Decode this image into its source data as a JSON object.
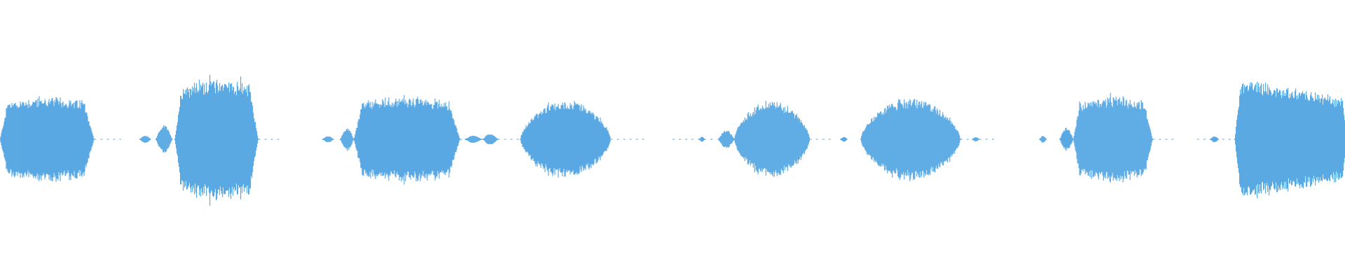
{
  "waveform": {
    "color": "#5aa9e3",
    "background": "#ffffff",
    "amplitude_scale": 1.0,
    "segments": [
      {
        "t_start": 0.0,
        "t_end": 0.07,
        "amp": 0.66,
        "shape": "burst"
      },
      {
        "t_start": 0.104,
        "t_end": 0.112,
        "amp": 0.06,
        "shape": "blip"
      },
      {
        "t_start": 0.116,
        "t_end": 0.128,
        "amp": 0.22,
        "shape": "blip"
      },
      {
        "t_start": 0.13,
        "t_end": 0.192,
        "amp": 0.95,
        "shape": "burst"
      },
      {
        "t_start": 0.24,
        "t_end": 0.248,
        "amp": 0.05,
        "shape": "blip"
      },
      {
        "t_start": 0.253,
        "t_end": 0.263,
        "amp": 0.17,
        "shape": "blip"
      },
      {
        "t_start": 0.263,
        "t_end": 0.342,
        "amp": 0.66,
        "shape": "burst"
      },
      {
        "t_start": 0.346,
        "t_end": 0.358,
        "amp": 0.06,
        "shape": "blip"
      },
      {
        "t_start": 0.359,
        "t_end": 0.37,
        "amp": 0.09,
        "shape": "blip"
      },
      {
        "t_start": 0.387,
        "t_end": 0.454,
        "amp": 0.6,
        "shape": "bell"
      },
      {
        "t_start": 0.52,
        "t_end": 0.524,
        "amp": 0.04,
        "shape": "blip"
      },
      {
        "t_start": 0.534,
        "t_end": 0.546,
        "amp": 0.14,
        "shape": "blip"
      },
      {
        "t_start": 0.546,
        "t_end": 0.602,
        "amp": 0.6,
        "shape": "bell"
      },
      {
        "t_start": 0.625,
        "t_end": 0.63,
        "amp": 0.04,
        "shape": "blip"
      },
      {
        "t_start": 0.64,
        "t_end": 0.714,
        "amp": 0.64,
        "shape": "bell"
      },
      {
        "t_start": 0.723,
        "t_end": 0.728,
        "amp": 0.04,
        "shape": "blip"
      },
      {
        "t_start": 0.773,
        "t_end": 0.778,
        "amp": 0.06,
        "shape": "blip"
      },
      {
        "t_start": 0.788,
        "t_end": 0.798,
        "amp": 0.18,
        "shape": "blip"
      },
      {
        "t_start": 0.798,
        "t_end": 0.857,
        "amp": 0.66,
        "shape": "burst"
      },
      {
        "t_start": 0.9,
        "t_end": 0.906,
        "amp": 0.05,
        "shape": "blip"
      },
      {
        "t_start": 0.918,
        "t_end": 1.0,
        "amp": 0.98,
        "shape": "tail"
      }
    ],
    "noise_floor": 0.015,
    "baseline_ranges": [
      [
        0.07,
        0.09
      ],
      [
        0.192,
        0.21
      ],
      [
        0.342,
        0.386
      ],
      [
        0.454,
        0.482
      ],
      [
        0.5,
        0.53
      ],
      [
        0.602,
        0.62
      ],
      [
        0.714,
        0.74
      ],
      [
        0.857,
        0.875
      ],
      [
        0.89,
        0.915
      ]
    ]
  }
}
